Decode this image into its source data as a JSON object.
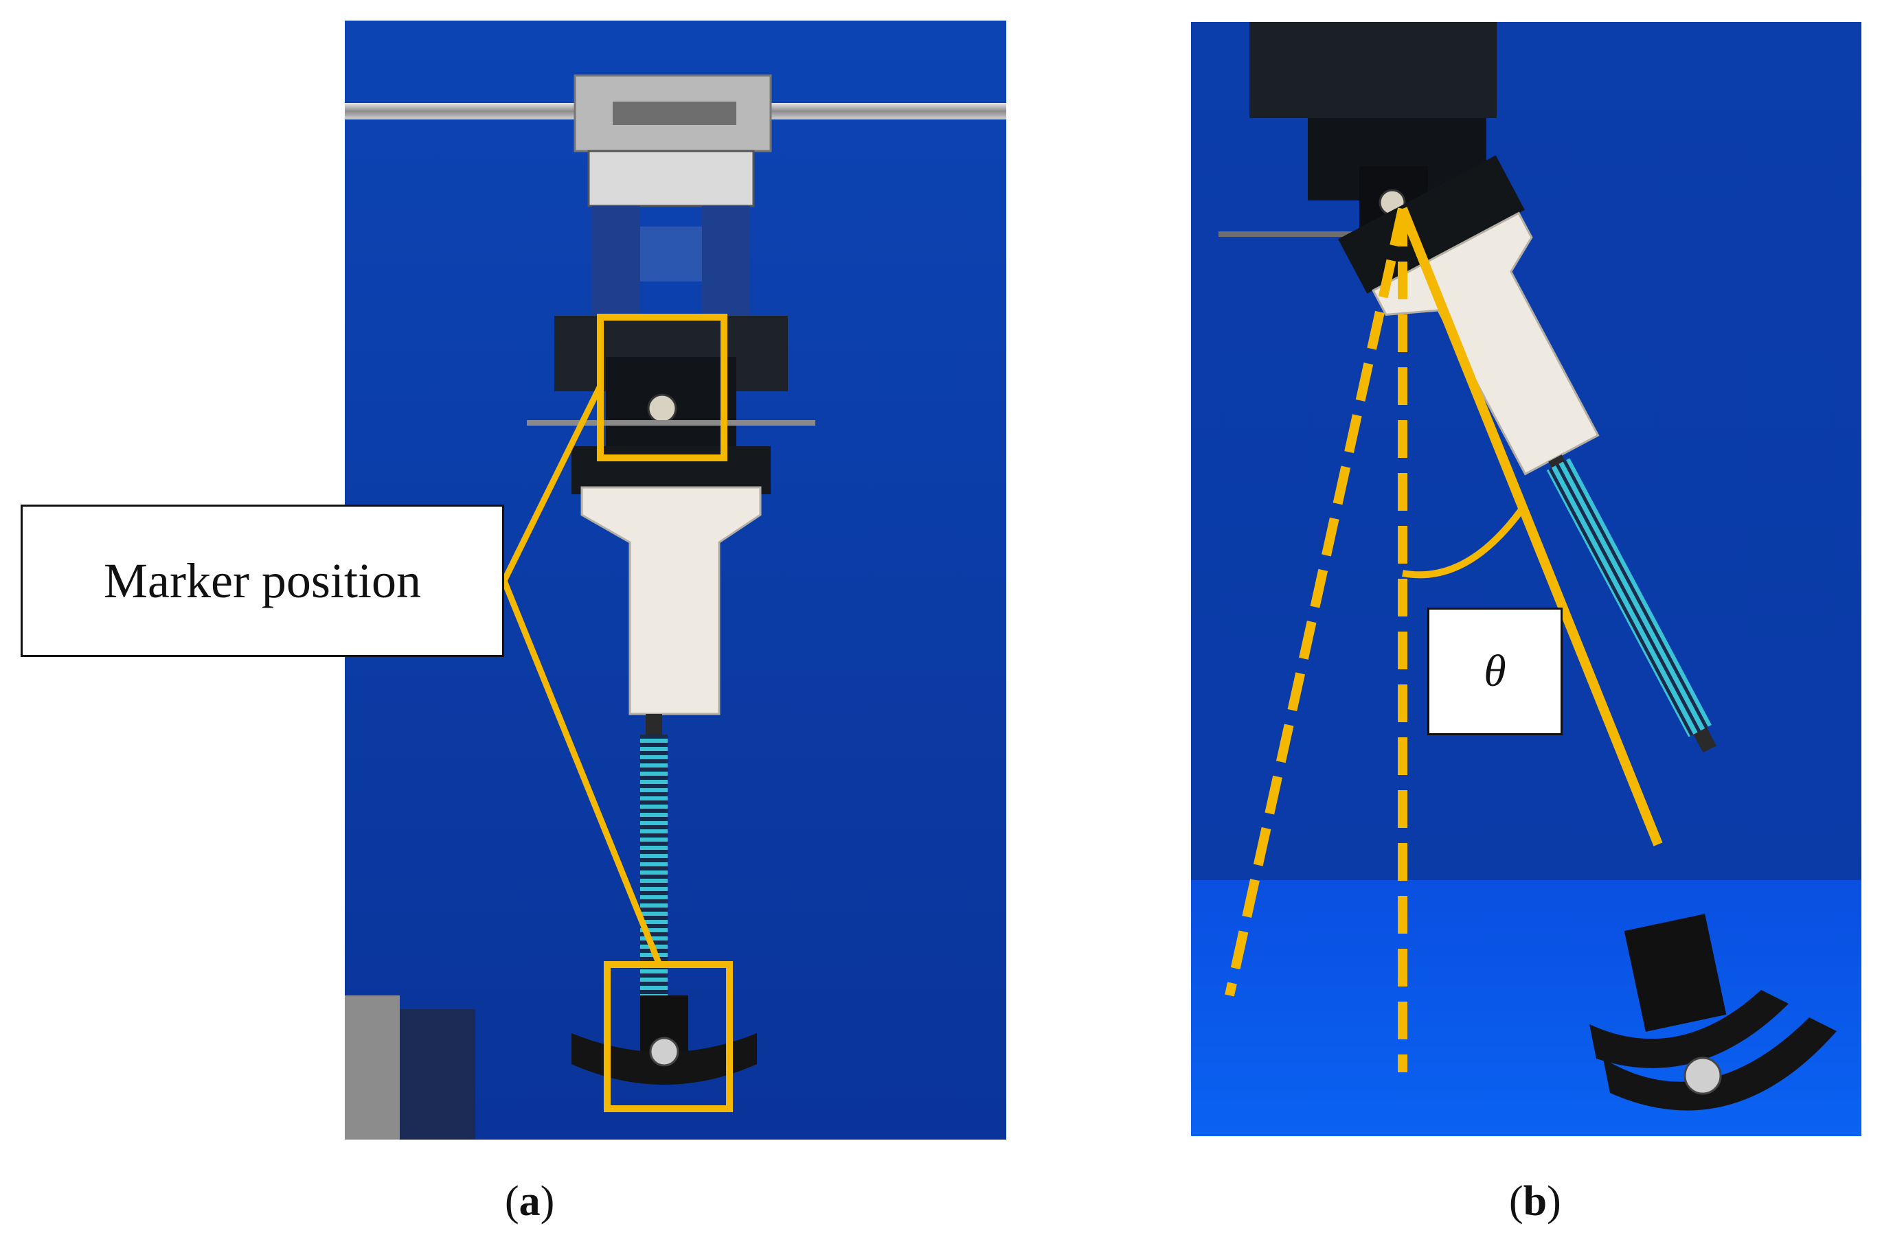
{
  "labels": {
    "marker_position": "Marker position",
    "theta": "θ"
  },
  "captions": {
    "a_open": "(",
    "a_letter": "a",
    "a_close": ")",
    "b_open": "(",
    "b_letter": "b",
    "b_close": ")"
  },
  "colors": {
    "annotation": "#f5b800",
    "backdrop": "#0a3fae",
    "floor": "#0a5cf0"
  }
}
